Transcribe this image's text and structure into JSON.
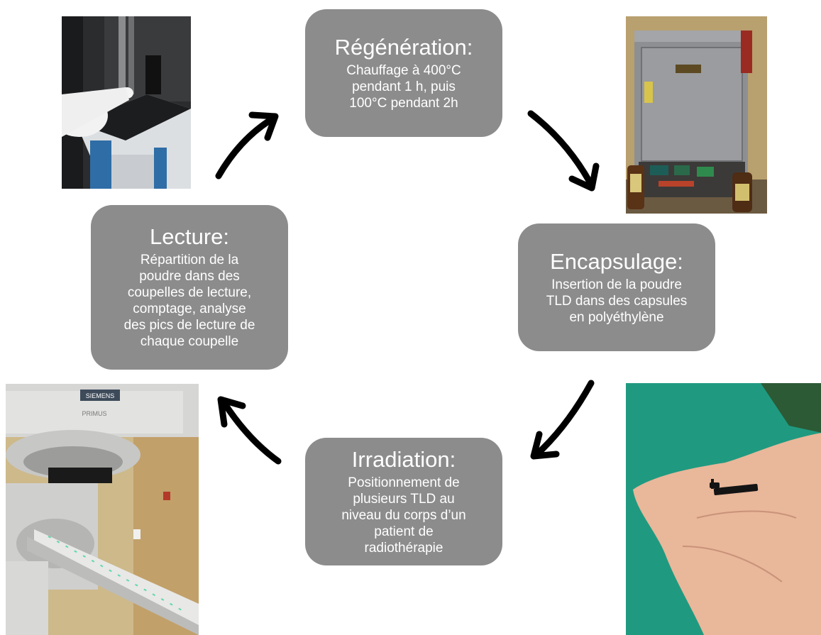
{
  "colors": {
    "box_fill": "#8c8c8c",
    "box_text": "#ffffff",
    "arrow": "#000000",
    "background": "#ffffff"
  },
  "steps": {
    "regeneration": {
      "title": "Régénération:",
      "description": "Chauffage à 400°C\npendant 1 h, puis\n100°C pendant 2h"
    },
    "encapsulage": {
      "title": "Encapsulage:",
      "description": "Insertion de la poudre\nTLD dans des capsules\nen polyéthylène"
    },
    "irradiation": {
      "title": "Irradiation:",
      "description": "Positionnement de\nplusieurs TLD au\nniveau du corps d’un\npatient de\nradiothérapie"
    },
    "lecture": {
      "title": "Lecture:",
      "description": "Répartition de la\npoudre dans des\ncoupelles de lecture,\ncomptage, analyse\ndes pics de lecture de\nchaque coupelle"
    }
  },
  "photos": {
    "reader": {
      "icon": "tld-reader-photo"
    },
    "oven": {
      "icon": "annealing-oven-photo"
    },
    "hand": {
      "icon": "tld-capsule-in-hand-photo"
    },
    "linac": {
      "icon": "linear-accelerator-photo",
      "brand": "SIEMENS",
      "model": "PRIMUS"
    }
  }
}
